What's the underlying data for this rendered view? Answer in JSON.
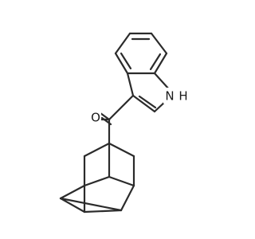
{
  "molecule": {
    "atom_labels": {
      "oxygen": "O",
      "nitrogen": "N",
      "hydrogen": "H"
    },
    "bond_color": "#2b2b2b",
    "label_color": "#1a1a1a"
  }
}
